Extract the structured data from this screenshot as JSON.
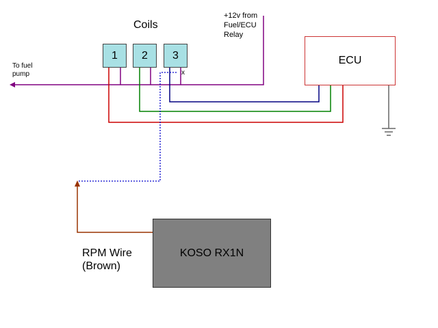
{
  "title": "Coils",
  "coils": [
    "1",
    "2",
    "3"
  ],
  "ecu_label": "ECU",
  "koso_label": "KOSO RX1N",
  "power_label": [
    "+12v from",
    "Fuel/ECU",
    "Relay"
  ],
  "fuel_pump_label": [
    "To fuel",
    "pump"
  ],
  "rpm_label": [
    "RPM Wire",
    "(Brown)"
  ],
  "x_mark": "x",
  "colors": {
    "coil_fill": "#a8e0e4",
    "purple_wire": "#800080",
    "blue_wire": "#000080",
    "green_wire": "#008000",
    "red_wire": "#cc0000",
    "brown_wire": "#993300",
    "dotted_wire": "#0000cc",
    "ground": "#666666",
    "koso_fill": "#808080",
    "ecu_border": "#cc3333"
  }
}
